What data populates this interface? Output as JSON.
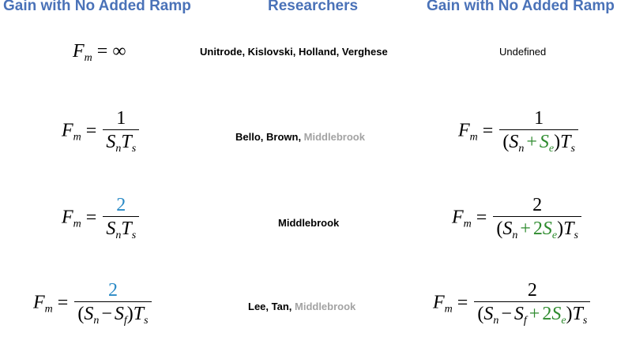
{
  "headers": {
    "left": "Gain with No Added Ramp",
    "middle": "Researchers",
    "right": "Gain with No Added Ramp"
  },
  "rows": [
    {
      "left": {
        "lhs": "F",
        "lhs_sub": "m",
        "value": "∞"
      },
      "researchers": "Unitrode, Kislovski, Holland, Verghese",
      "right": "Undefined"
    },
    {
      "left": {
        "lhs": "F",
        "lhs_sub": "m",
        "numerator": "1",
        "den": [
          "S",
          "n",
          "T",
          "s"
        ]
      },
      "researchers_black": "Bello, Brown, ",
      "researchers_gray": "Middlebrook",
      "right": {
        "lhs": "F",
        "lhs_sub": "m",
        "numerator": "1",
        "den_open": "(",
        "s1": "S",
        "s1_sub": "n",
        "plus": "+",
        "s2": "S",
        "s2_sub": "e",
        "den_close": ")",
        "t": "T",
        "t_sub": "s"
      }
    },
    {
      "left": {
        "lhs": "F",
        "lhs_sub": "m",
        "numerator": "2",
        "den": [
          "S",
          "n",
          "T",
          "s"
        ]
      },
      "researchers": "Middlebrook",
      "right": {
        "lhs": "F",
        "lhs_sub": "m",
        "numerator": "2",
        "den_open": "(",
        "s1": "S",
        "s1_sub": "n",
        "plus": "+",
        "coef": "2",
        "s2": "S",
        "s2_sub": "e",
        "den_close": ")",
        "t": "T",
        "t_sub": "s"
      }
    },
    {
      "left": {
        "lhs": "F",
        "lhs_sub": "m",
        "numerator": "2",
        "den_open": "(",
        "s1": "S",
        "s1_sub": "n",
        "minus": "−",
        "s2": "S",
        "s2_sub": "f",
        "den_close": ")",
        "t": "T",
        "t_sub": "s"
      },
      "researchers_black": "Lee, Tan, ",
      "researchers_gray": "Middlebrook",
      "right": {
        "lhs": "F",
        "lhs_sub": "m",
        "numerator": "2",
        "den_open": "(",
        "s1": "S",
        "s1_sub": "n",
        "minus": "−",
        "s2": "S",
        "s2_sub": "f",
        "plus": "+",
        "coef": "2",
        "s3": "S",
        "s3_sub": "e",
        "den_close": ")",
        "t": "T",
        "t_sub": "s"
      }
    }
  ],
  "symbols": {
    "equals": "="
  },
  "colors": {
    "header": "#4a72b8",
    "green": "#2e8b2e",
    "blue": "#2a8ac6",
    "gray": "#a3a3a3"
  }
}
